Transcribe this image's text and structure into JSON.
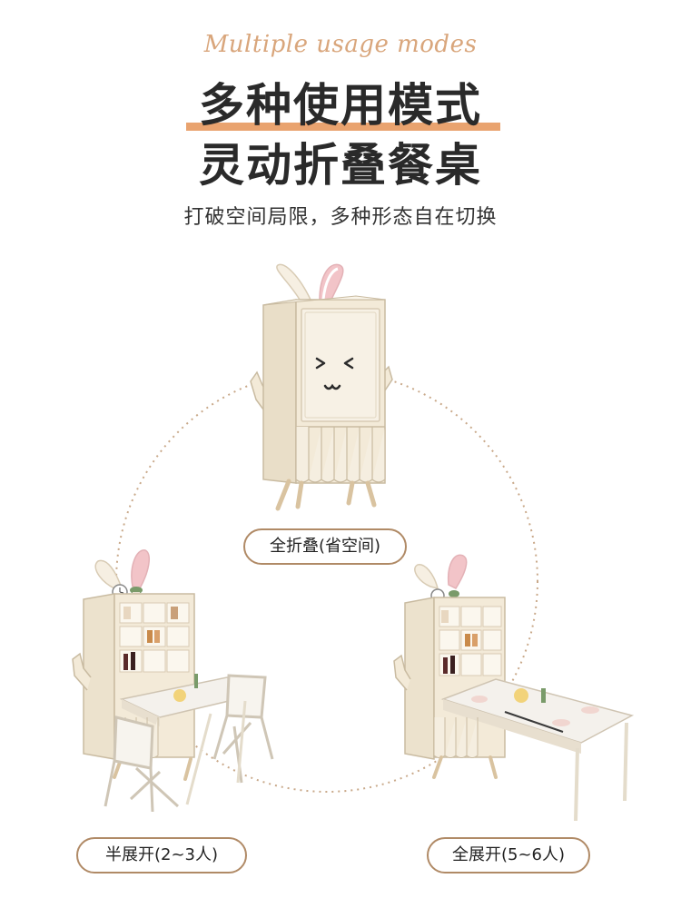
{
  "header": {
    "eyebrow": "Multiple usage modes",
    "title_line1": "多种使用模式",
    "title_line2": "灵动折叠餐桌",
    "subtitle": "打破空间局限，多种形态自在切换"
  },
  "modes": [
    {
      "label": "全折叠(省空间)"
    },
    {
      "label": "半展开(2~3人)"
    },
    {
      "label": "全展开(5~6人)"
    }
  ],
  "colors": {
    "accent": "#e9a36f",
    "eyebrow": "#d9a67c",
    "pill_border": "#b08a66",
    "cabinet": "#f3ead8",
    "ear_pink": "#f2c4c8",
    "dotted_circle": "#c9a98a"
  },
  "product": {
    "face_expression": "> <  ω"
  }
}
